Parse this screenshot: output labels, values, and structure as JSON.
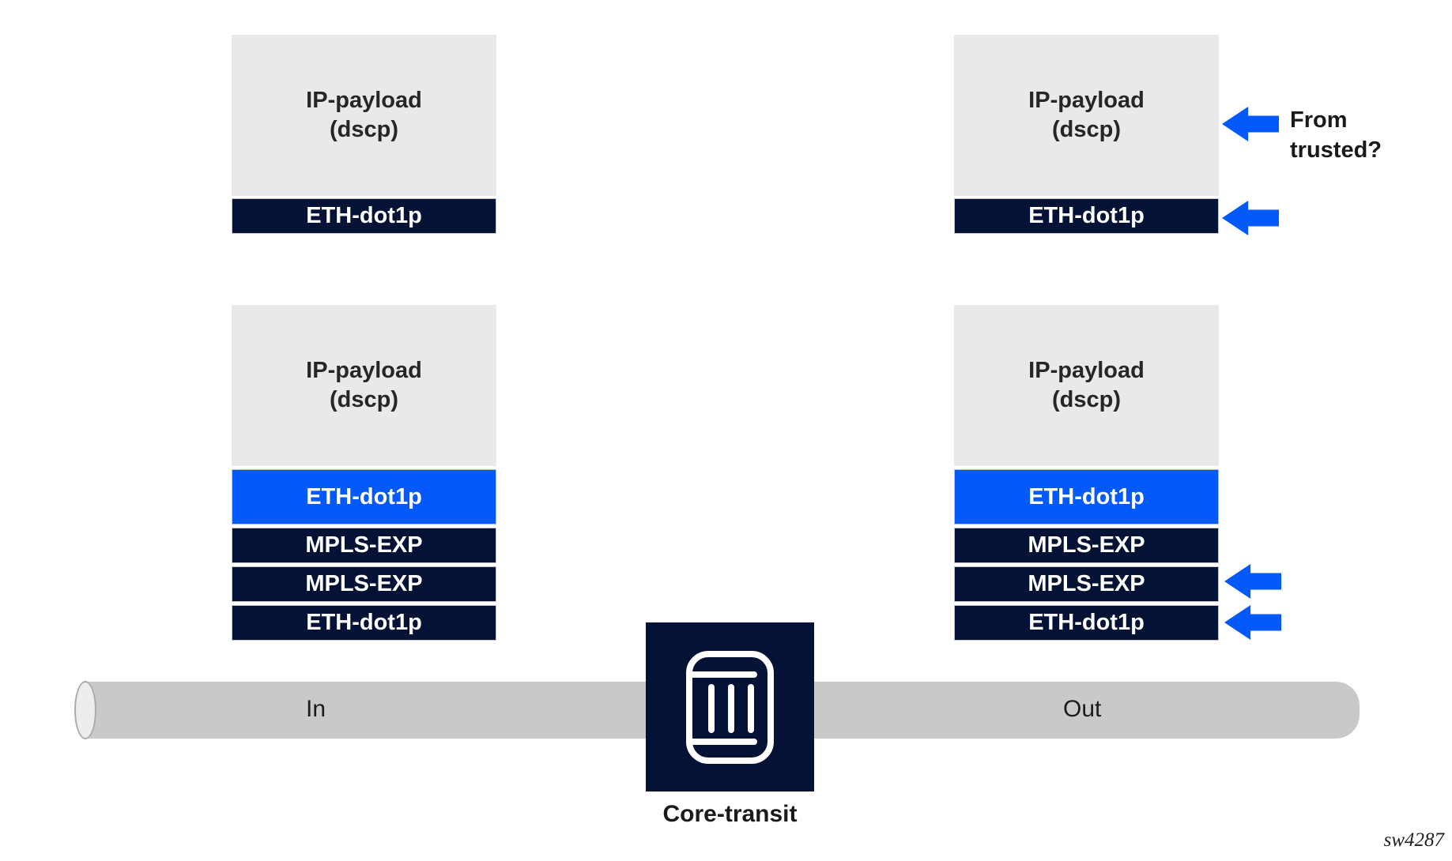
{
  "colors": {
    "navy": "#041335",
    "blue": "#0459FA",
    "payload_gray": "#E9E9E9",
    "pipe_gray": "#C9C9C9",
    "pipe_cap_gray": "#EDEDED",
    "text_dark": "#262626"
  },
  "stacks": {
    "top_left": {
      "payload_line1": "IP-payload",
      "payload_line2": "(dscp)",
      "layers": [
        {
          "label": "ETH-dot1p",
          "style": "navy"
        }
      ]
    },
    "top_right": {
      "payload_line1": "IP-payload",
      "payload_line2": "(dscp)",
      "layers": [
        {
          "label": "ETH-dot1p",
          "style": "navy"
        }
      ]
    },
    "bottom_left": {
      "payload_line1": "IP-payload",
      "payload_line2": "(dscp)",
      "layers": [
        {
          "label": "ETH-dot1p",
          "style": "blue"
        },
        {
          "label": "MPLS-EXP",
          "style": "navy"
        },
        {
          "label": "MPLS-EXP",
          "style": "navy"
        },
        {
          "label": "ETH-dot1p",
          "style": "navy"
        }
      ]
    },
    "bottom_right": {
      "payload_line1": "IP-payload",
      "payload_line2": "(dscp)",
      "layers": [
        {
          "label": "ETH-dot1p",
          "style": "blue"
        },
        {
          "label": "MPLS-EXP",
          "style": "navy"
        },
        {
          "label": "MPLS-EXP",
          "style": "navy"
        },
        {
          "label": "ETH-dot1p",
          "style": "navy"
        }
      ]
    }
  },
  "annotation": {
    "line1": "From",
    "line2": "trusted?"
  },
  "pipe": {
    "in_label": "In",
    "out_label": "Out"
  },
  "node": {
    "label": "Core-transit",
    "icon": "core-transit-icon"
  },
  "watermark": "sw4287"
}
